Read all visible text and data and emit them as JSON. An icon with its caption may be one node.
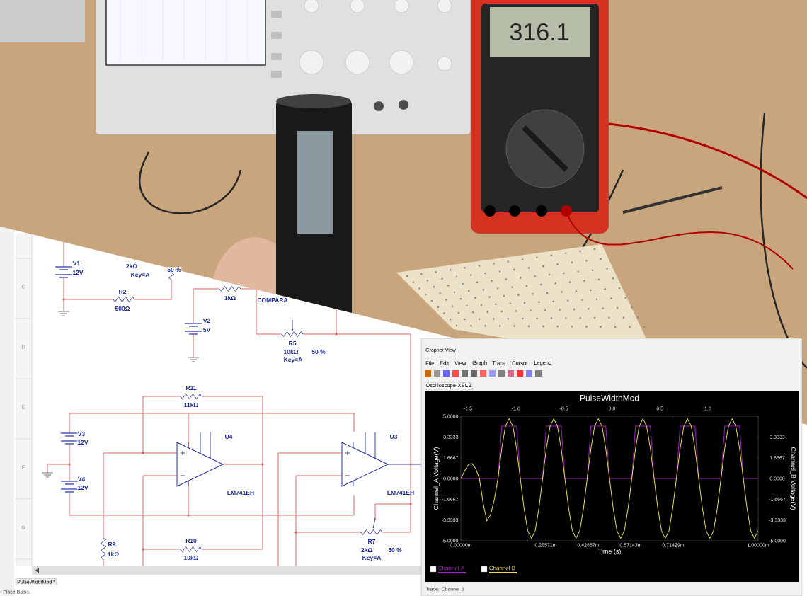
{
  "diagram": {
    "labels": [
      "C",
      "V1",
      "12V",
      "2kΩ",
      "Key=A",
      "50 %",
      "R2",
      "500Ω",
      "1kΩ",
      "COMPARA",
      "D",
      "V2",
      "5V",
      "R5",
      "10kΩ",
      "50 %",
      "Key=A",
      "R11",
      "11kΩ",
      "E",
      "V3",
      "12V",
      "U4",
      "U3",
      "F",
      "V4",
      "12V",
      "LM741EH",
      "LM741EH",
      "G",
      "R7",
      "2kΩ",
      "50 %",
      "Key=A",
      "R10",
      "10kΩ",
      "R9",
      "1kΩ",
      "PulseWidthMod *",
      "Place Basic.",
      "316.1",
      "Grapher View",
      "File",
      "Edit",
      "View",
      "Graph",
      "Trace",
      "Cursor",
      "Legend",
      "Oscilloscope-XSC2",
      "-1.5",
      "-1.0",
      "-0.5",
      "0.0",
      "0.5",
      "1.0",
      "3.3333",
      "1.6667",
      "0.0000",
      "-1.6667",
      "-3.3333",
      "-5.0000",
      "Channel_B Voltage(V)",
      "Trace: Channel B"
    ],
    "chart_data": {
      "type": "line",
      "title": "PulseWidthMod",
      "xlabel": "Time (s)",
      "ylabel": "Channel_A Voltage(V)",
      "x": [
        0,
        0.0125,
        0.025,
        0.0375,
        0.05,
        0.0625,
        0.075,
        0.0875,
        0.1,
        0.1125,
        0.125,
        0.1375,
        0.15,
        0.1625,
        0.175,
        0.1875,
        0.2,
        0.2125,
        0.225,
        0.2375,
        0.25,
        0.2625,
        0.275,
        0.2875,
        0.3,
        0.3125,
        0.325,
        0.3375,
        0.35,
        0.3625,
        0.375,
        0.3875,
        0.4,
        0.4125,
        0.425,
        0.4375,
        0.45,
        0.4625,
        0.475,
        0.4875,
        0.5,
        0.5125,
        0.525,
        0.5375,
        0.55,
        0.5625,
        0.575,
        0.5875,
        0.6,
        0.6125,
        0.625,
        0.6375,
        0.65,
        0.6625,
        0.675,
        0.6875,
        0.7,
        0.7125,
        0.725,
        0.7375,
        0.75,
        0.7625,
        0.775,
        0.7875,
        0.8,
        0.8125,
        0.825,
        0.8375,
        0.85,
        0.8625,
        0.875,
        0.8875,
        0.9,
        0.9125,
        0.925,
        0.9375,
        0.95,
        0.9625,
        0.975,
        0.9875,
        1
      ],
      "series": [
        {
          "name": "Channel A",
          "color": "#a020c0",
          "values": [
            0,
            0,
            0,
            0,
            0,
            0,
            0,
            0,
            0,
            0,
            0,
            4.2,
            4.2,
            4.2,
            4.2,
            4.2,
            0,
            0,
            0,
            0,
            0,
            0,
            0,
            4.2,
            4.2,
            4.2,
            4.2,
            4.2,
            0,
            0,
            0,
            0,
            0,
            0,
            0,
            4.2,
            4.2,
            4.2,
            4.2,
            4.2,
            0,
            0,
            0,
            0,
            0,
            0,
            0,
            4.2,
            4.2,
            4.2,
            4.2,
            4.2,
            0,
            0,
            0,
            0,
            0,
            0,
            0,
            4.2,
            4.2,
            4.2,
            4.2,
            4.2,
            0,
            0,
            0,
            0,
            0,
            0,
            0,
            4.2,
            4.2,
            4.2,
            4.2,
            4.2,
            0,
            0,
            0,
            0,
            0
          ]
        },
        {
          "name": "Channel B",
          "color": "#e8e040",
          "values": [
            0,
            0.6,
            1.1,
            1.2,
            0.8,
            0,
            -2,
            -3.4,
            -2.9,
            -1.7,
            0,
            2.4,
            4.2,
            4.8,
            4.2,
            2.4,
            0,
            -2.4,
            -4.2,
            -4.8,
            -4.2,
            -2.4,
            0,
            2.4,
            4.2,
            4.8,
            4.2,
            2.4,
            0,
            -2.4,
            -4.2,
            -4.8,
            -4.2,
            -2.4,
            0,
            2.4,
            4.2,
            4.8,
            4.2,
            2.4,
            0,
            -2.4,
            -4.2,
            -4.8,
            -4.2,
            -2.4,
            0,
            2.4,
            4.2,
            4.8,
            4.2,
            2.4,
            0,
            -2.4,
            -4.2,
            -4.8,
            -4.2,
            -2.4,
            0,
            2.4,
            4.2,
            4.8,
            4.2,
            2.4,
            0,
            -2.4,
            -4.2,
            -4.8,
            -4.2,
            -2.4,
            0,
            2.4,
            4.2,
            4.8,
            4.2,
            2.4,
            0,
            -2.4,
            -4.2,
            -4.8,
            -4.2
          ]
        }
      ],
      "xlim": [
        0,
        1
      ],
      "ylim": [
        -5,
        5
      ],
      "xticks": [
        {
          "value": 0,
          "label": "0.00000m"
        },
        {
          "value": 0.28571,
          "label": "0.28571m"
        },
        {
          "value": 0.42857,
          "label": "0.42857m"
        },
        {
          "value": 0.57143,
          "label": "0.57143m"
        },
        {
          "value": 0.71429,
          "label": "0.71429m"
        },
        {
          "value": 1,
          "label": "1.00000m"
        }
      ],
      "yticks": [
        {
          "value": 5,
          "label": "5.0000"
        },
        {
          "value": 3.3333,
          "label": "3.3333"
        },
        {
          "value": 1.6667,
          "label": "1.6667"
        },
        {
          "value": 0,
          "label": "0.0000"
        },
        {
          "value": -1.6667,
          "label": "-1.6667"
        },
        {
          "value": -3.3333,
          "label": "-3.3333"
        },
        {
          "value": -5,
          "label": "-5.0000"
        }
      ]
    }
  }
}
